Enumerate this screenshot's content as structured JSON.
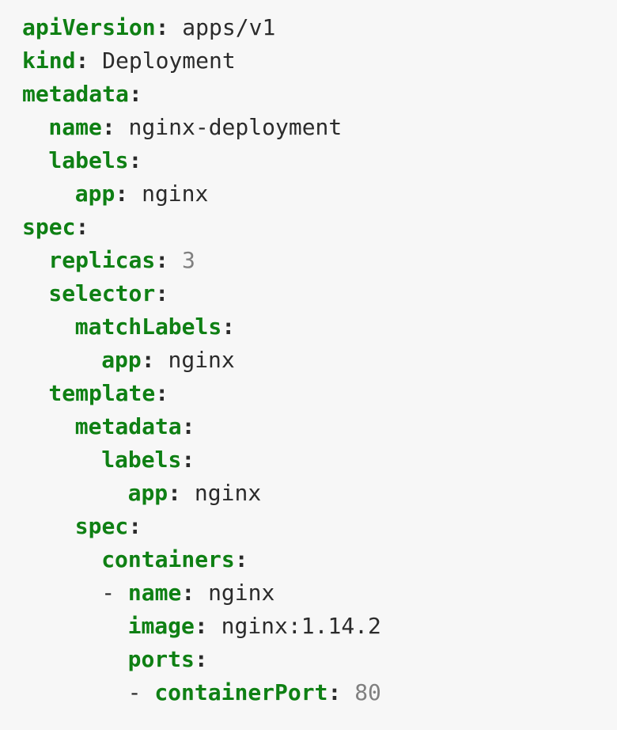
{
  "document": {
    "kind": "yaml-code-block",
    "language": "yaml",
    "background_color": "#f7f7f7",
    "key_color": "#0f8014",
    "string_color": "#2b2b2b",
    "number_color": "#808080",
    "punctuation_color": "#2b2b2b"
  },
  "lines": [
    {
      "indent": 0,
      "dash": "",
      "key": "apiVersion",
      "colon": ":",
      "value": "apps/v1",
      "value_type": "string"
    },
    {
      "indent": 0,
      "dash": "",
      "key": "kind",
      "colon": ":",
      "value": "Deployment",
      "value_type": "string"
    },
    {
      "indent": 0,
      "dash": "",
      "key": "metadata",
      "colon": ":",
      "value": "",
      "value_type": "none"
    },
    {
      "indent": 1,
      "dash": "",
      "key": "name",
      "colon": ":",
      "value": "nginx-deployment",
      "value_type": "string"
    },
    {
      "indent": 1,
      "dash": "",
      "key": "labels",
      "colon": ":",
      "value": "",
      "value_type": "none"
    },
    {
      "indent": 2,
      "dash": "",
      "key": "app",
      "colon": ":",
      "value": "nginx",
      "value_type": "string"
    },
    {
      "indent": 0,
      "dash": "",
      "key": "spec",
      "colon": ":",
      "value": "",
      "value_type": "none"
    },
    {
      "indent": 1,
      "dash": "",
      "key": "replicas",
      "colon": ":",
      "value": "3",
      "value_type": "number"
    },
    {
      "indent": 1,
      "dash": "",
      "key": "selector",
      "colon": ":",
      "value": "",
      "value_type": "none"
    },
    {
      "indent": 2,
      "dash": "",
      "key": "matchLabels",
      "colon": ":",
      "value": "",
      "value_type": "none"
    },
    {
      "indent": 3,
      "dash": "",
      "key": "app",
      "colon": ":",
      "value": "nginx",
      "value_type": "string"
    },
    {
      "indent": 1,
      "dash": "",
      "key": "template",
      "colon": ":",
      "value": "",
      "value_type": "none"
    },
    {
      "indent": 2,
      "dash": "",
      "key": "metadata",
      "colon": ":",
      "value": "",
      "value_type": "none"
    },
    {
      "indent": 3,
      "dash": "",
      "key": "labels",
      "colon": ":",
      "value": "",
      "value_type": "none"
    },
    {
      "indent": 4,
      "dash": "",
      "key": "app",
      "colon": ":",
      "value": "nginx",
      "value_type": "string"
    },
    {
      "indent": 2,
      "dash": "",
      "key": "spec",
      "colon": ":",
      "value": "",
      "value_type": "none"
    },
    {
      "indent": 3,
      "dash": "",
      "key": "containers",
      "colon": ":",
      "value": "",
      "value_type": "none"
    },
    {
      "indent": 3,
      "dash": "- ",
      "key": "name",
      "colon": ":",
      "value": "nginx",
      "value_type": "string"
    },
    {
      "indent": 4,
      "dash": "",
      "key": "image",
      "colon": ":",
      "value": "nginx:1.14.2",
      "value_type": "string"
    },
    {
      "indent": 4,
      "dash": "",
      "key": "ports",
      "colon": ":",
      "value": "",
      "value_type": "none"
    },
    {
      "indent": 4,
      "dash": "- ",
      "key": "containerPort",
      "colon": ":",
      "value": "80",
      "value_type": "number"
    }
  ]
}
